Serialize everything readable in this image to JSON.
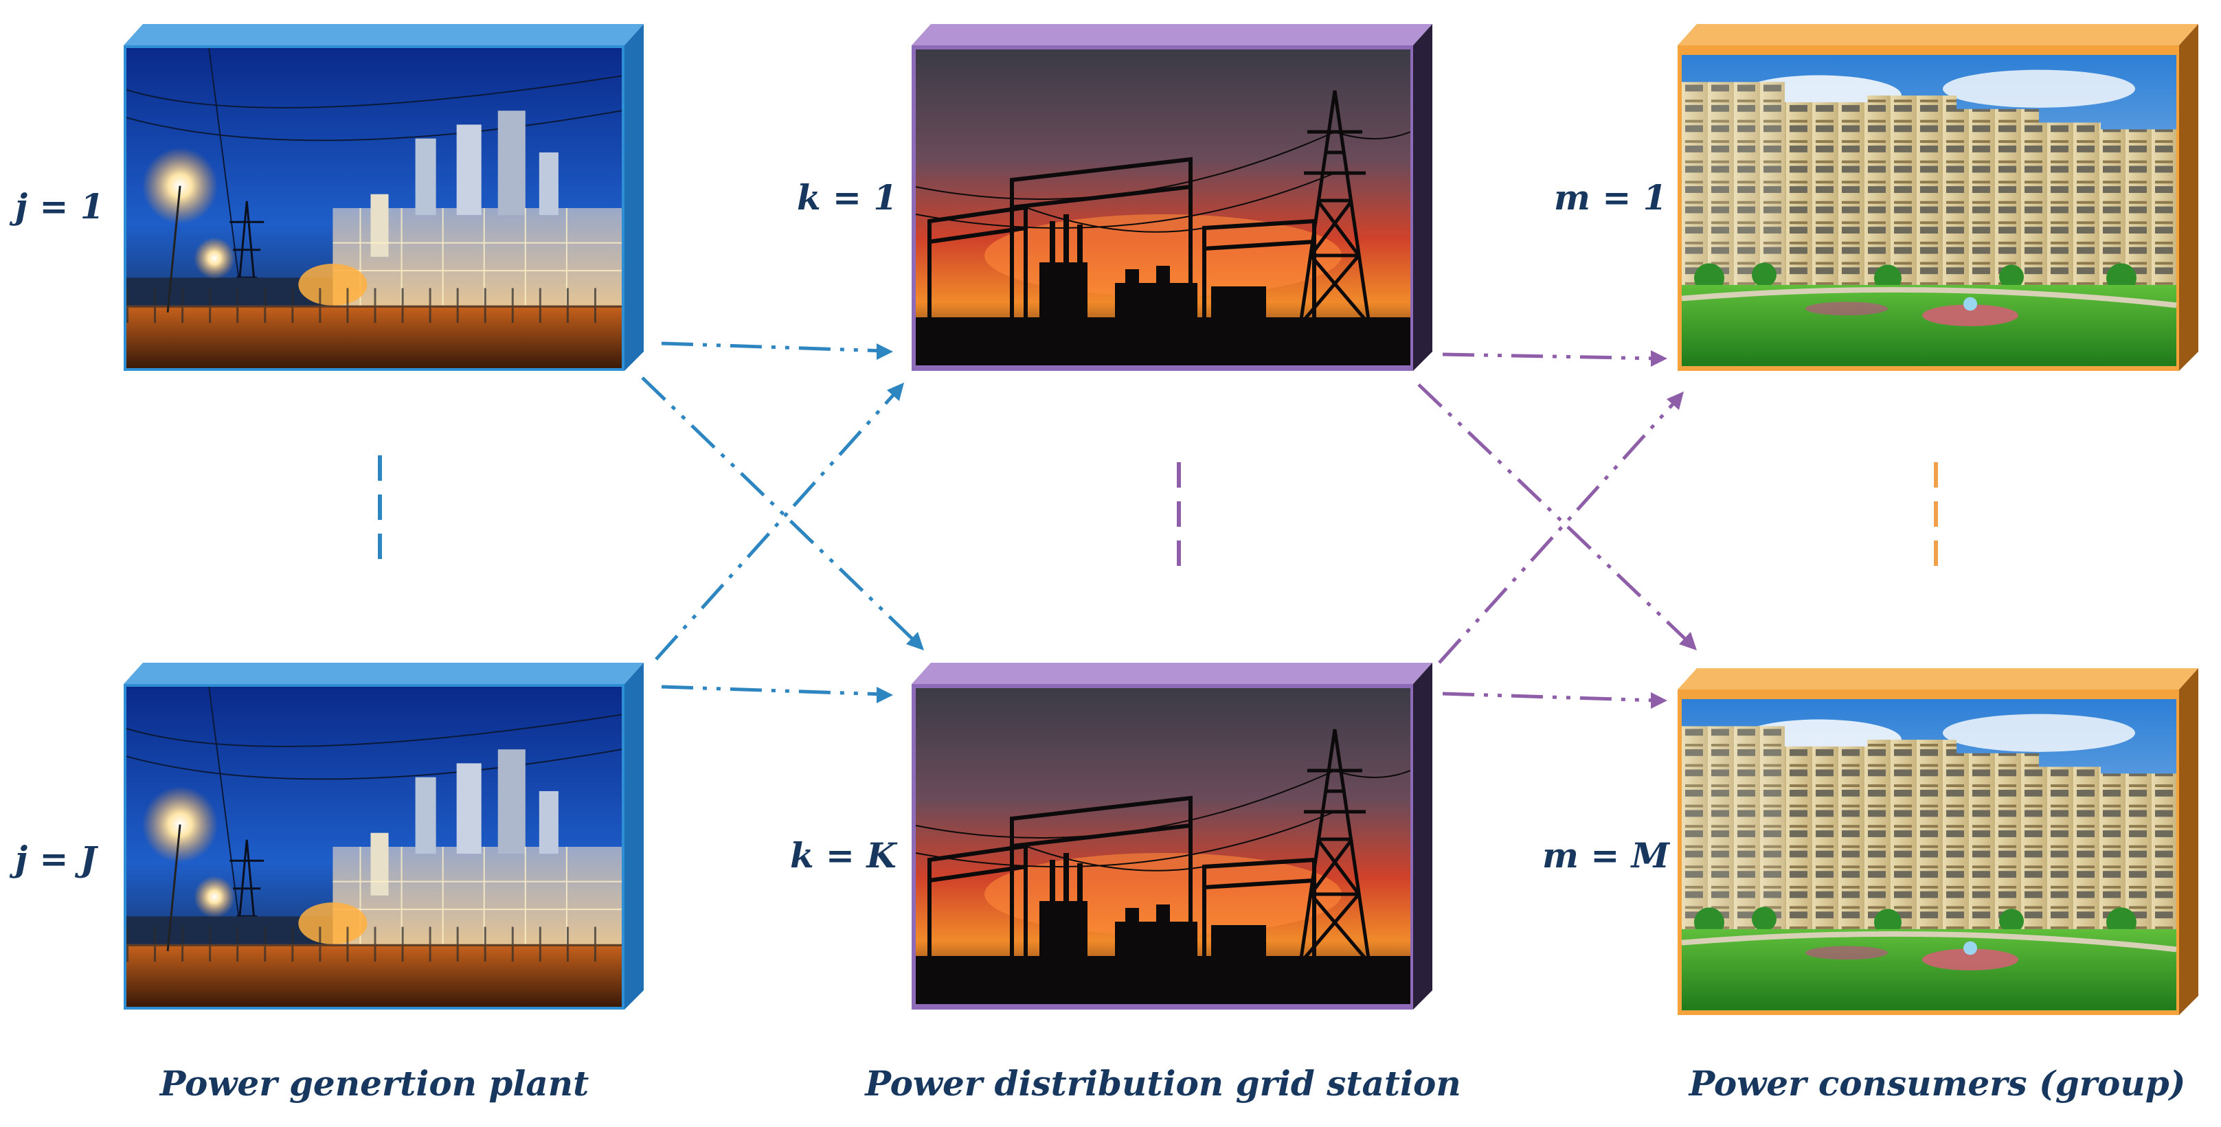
{
  "columns": [
    {
      "caption": "Power genertion plant",
      "label_top": "j = 1",
      "label_bottom": "j = J",
      "picture": "power-plant-at-night",
      "frame_color": "#2f8fd4",
      "dash_color": "#2e86c1"
    },
    {
      "caption": "Power distribution grid station",
      "label_top": "k = 1",
      "label_bottom": "k = K",
      "picture": "substation-silhouette-at-sunset",
      "frame_color": "#8e6bb8",
      "dash_color": "#8e5ea8"
    },
    {
      "caption": "Power consumers (group)",
      "label_top": "m = 1",
      "label_bottom": "m = M",
      "picture": "apartment-buildings-with-park",
      "frame_color": "#f4a23c",
      "dash_color": "#f0a04b"
    }
  ],
  "connections": [
    {
      "from": "plant-1",
      "to": "station-1",
      "color": "#2e86c1"
    },
    {
      "from": "plant-1",
      "to": "station-K",
      "color": "#2e86c1"
    },
    {
      "from": "plant-J",
      "to": "station-1",
      "color": "#2e86c1"
    },
    {
      "from": "plant-J",
      "to": "station-K",
      "color": "#2e86c1"
    },
    {
      "from": "station-1",
      "to": "consumer-1",
      "color": "#8e5ea8"
    },
    {
      "from": "station-1",
      "to": "consumer-M",
      "color": "#8e5ea8"
    },
    {
      "from": "station-K",
      "to": "consumer-1",
      "color": "#8e5ea8"
    },
    {
      "from": "station-K",
      "to": "consumer-M",
      "color": "#8e5ea8"
    }
  ]
}
